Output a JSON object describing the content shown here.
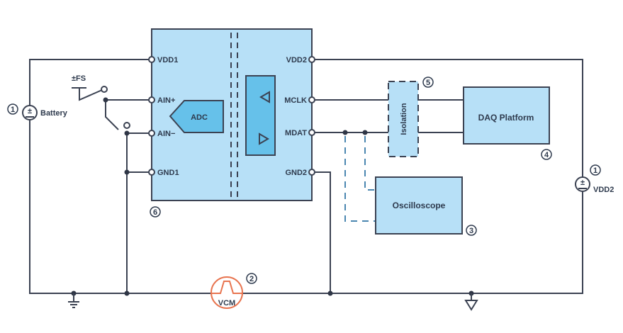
{
  "diagram": {
    "colors": {
      "wire": "#3b4252",
      "chip_fill": "#b7e0f7",
      "block_fill": "#b7e0f7",
      "inner_block_fill": "#66c1ea",
      "probe_dash": "#4a86b0",
      "vcm_accent": "#e8744f"
    },
    "isolator": {
      "pins_left": [
        "VDD1",
        "AIN+",
        "AIN−",
        "GND1"
      ],
      "pins_right": [
        "VDD2",
        "MCLK",
        "MDAT",
        "GND2"
      ],
      "adc_label": "ADC",
      "callout": "6"
    },
    "battery": {
      "label": "Battery",
      "callout": "1",
      "symbol": "±"
    },
    "vdd2_supply": {
      "label": "VDD2",
      "callout": "1",
      "symbol": "±"
    },
    "switch": {
      "label": "±FS"
    },
    "isolation_block": {
      "label": "Isolation",
      "callout": "5"
    },
    "daq_platform": {
      "label": "DAQ Platform",
      "callout": "4"
    },
    "oscilloscope": {
      "label": "Oscilloscope",
      "callout": "3"
    },
    "vcm_source": {
      "label": "VCM",
      "callout": "2"
    }
  }
}
